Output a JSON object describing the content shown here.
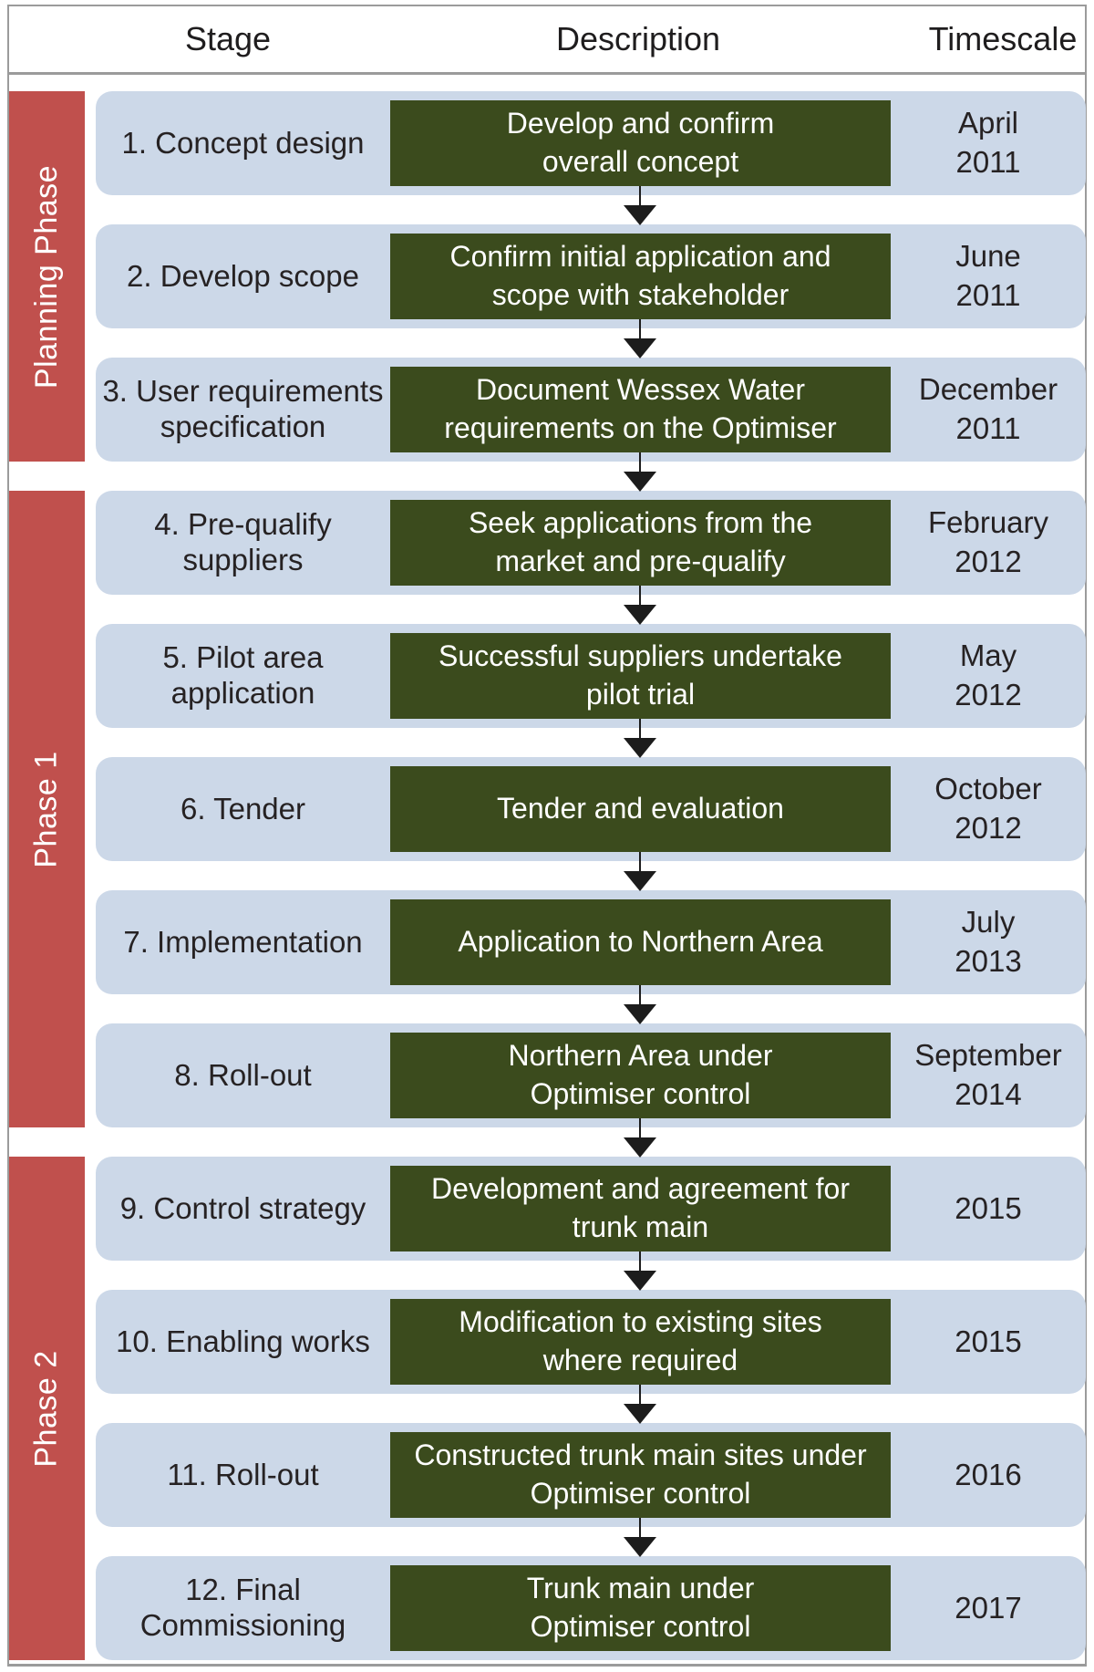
{
  "header": {
    "stage": "Stage",
    "description": "Description",
    "timescale": "Timescale"
  },
  "colors": {
    "phase_bar": "#c0504d",
    "row_background": "#ccd8e8",
    "description_box": "#3b4b1d",
    "arrow": "#1c1c1c",
    "frame_line": "#9b9b9b"
  },
  "phases": [
    {
      "label": "Planning Phase",
      "rows": [
        {
          "stage": "1. Concept design",
          "description": "Develop and confirm\noverall concept",
          "timescale": "April\n2011"
        },
        {
          "stage": "2. Develop scope",
          "description": "Confirm initial application and\nscope with stakeholder",
          "timescale": "June\n2011"
        },
        {
          "stage": "3. User requirements\nspecification",
          "description": "Document Wessex Water\nrequirements on the Optimiser",
          "timescale": "December\n2011"
        }
      ]
    },
    {
      "label": "Phase 1",
      "rows": [
        {
          "stage": "4. Pre-qualify\nsuppliers",
          "description": "Seek applications from the\nmarket and pre-qualify",
          "timescale": "February\n2012"
        },
        {
          "stage": "5. Pilot area\napplication",
          "description": "Successful suppliers undertake\npilot trial",
          "timescale": "May\n2012"
        },
        {
          "stage": "6. Tender",
          "description": "Tender and evaluation",
          "timescale": "October\n2012"
        },
        {
          "stage": "7. Implementation",
          "description": "Application to Northern Area",
          "timescale": "July\n2013"
        },
        {
          "stage": "8. Roll-out",
          "description": "Northern Area under\nOptimiser control",
          "timescale": "September\n2014"
        }
      ]
    },
    {
      "label": "Phase 2",
      "rows": [
        {
          "stage": "9. Control strategy",
          "description": "Development and agreement for\ntrunk main",
          "timescale": "2015"
        },
        {
          "stage": "10. Enabling works",
          "description": "Modification to existing sites\nwhere required",
          "timescale": "2015"
        },
        {
          "stage": "11. Roll-out",
          "description": "Constructed trunk main sites under\nOptimiser control",
          "timescale": "2016"
        },
        {
          "stage": "12. Final\nCommissioning",
          "description": "Trunk main under\nOptimiser control",
          "timescale": "2017"
        }
      ]
    }
  ]
}
